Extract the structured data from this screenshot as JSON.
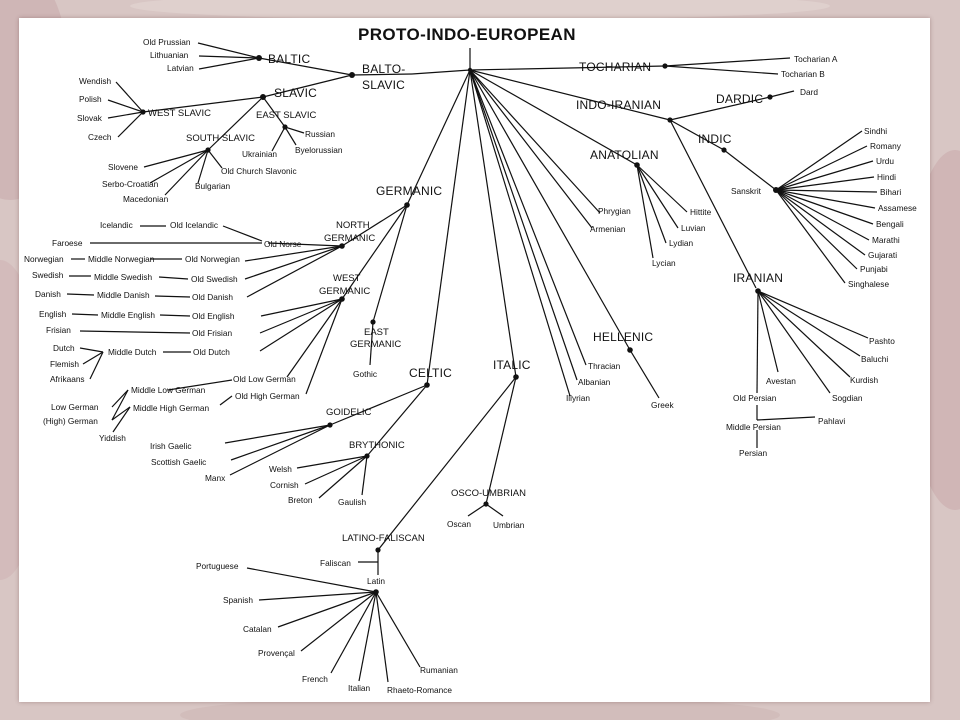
{
  "background": {
    "frame_color": "#d9c7c5",
    "paper_color": "#ffffff",
    "ink_color": "#111111"
  },
  "root": "PROTO-INDO-EUROPEAN",
  "branches": {
    "baltic": "BALTIC",
    "slavic": "SLAVIC",
    "balto_slavic": [
      "BALTO-",
      "SLAVIC"
    ],
    "east_slavic": "EAST SLAVIC",
    "west_slavic": "WEST SLAVIC",
    "south_slavic": "SOUTH SLAVIC",
    "tocharian": "TOCHARIAN",
    "indo_iranian": "INDO-IRANIAN",
    "dardic": "DARDIC",
    "indic": "INDIC",
    "anatolian": "ANATOLIAN",
    "germanic": "GERMANIC",
    "north_germanic": [
      "NORTH",
      "GERMANIC"
    ],
    "west_germanic": [
      "WEST",
      "GERMANIC"
    ],
    "east_germanic": [
      "EAST",
      "GERMANIC"
    ],
    "celtic": "CELTIC",
    "goidelic": "GOIDELIC",
    "brythonic": "BRYTHONIC",
    "italic": "ITALIC",
    "osco_umbrian": "OSCO-UMBRIAN",
    "latino_faliscan": "LATINO-FALISCAN",
    "hellenic": "HELLENIC",
    "iranian": "IRANIAN"
  },
  "languages": {
    "old_prussian": "Old Prussian",
    "lithuanian": "Lithuanian",
    "latvian": "Latvian",
    "wendish": "Wendish",
    "polish": "Polish",
    "slovak": "Slovak",
    "czech": "Czech",
    "russian": "Russian",
    "ukrainian": "Ukrainian",
    "byelorussian": "Byelorussian",
    "slovene": "Slovene",
    "serbo_croatian": "Serbo-Croatian",
    "macedonian": "Macedonian",
    "bulgarian": "Bulgarian",
    "old_church_slavonic": "Old Church Slavonic",
    "tocharian_a": "Tocharian A",
    "tocharian_b": "Tocharian B",
    "dard": "Dard",
    "sanskrit": "Sanskrit",
    "sindhi": "Sindhi",
    "romany": "Romany",
    "urdu": "Urdu",
    "hindi": "Hindi",
    "bihari": "Bihari",
    "assamese": "Assamese",
    "bengali": "Bengali",
    "marathi": "Marathi",
    "gujarati": "Gujarati",
    "punjabi": "Punjabi",
    "singhalese": "Singhalese",
    "hittite": "Hittite",
    "luvian": "Luvian",
    "lydian": "Lydian",
    "lycian": "Lycian",
    "phrygian": "Phrygian",
    "armenian": "Armenian",
    "icelandic": "Icelandic",
    "old_icelandic": "Old Icelandic",
    "faroese": "Faroese",
    "old_norse": "Old Norse",
    "norwegian": "Norwegian",
    "middle_norwegian": "Middle Norwegian",
    "old_norwegian": "Old Norwegian",
    "swedish": "Swedish",
    "middle_swedish": "Middle Swedish",
    "old_swedish": "Old Swedish",
    "danish": "Danish",
    "middle_danish": "Middle Danish",
    "old_danish": "Old Danish",
    "english": "English",
    "middle_english": "Middle English",
    "old_english": "Old English",
    "frisian": "Frisian",
    "old_frisian": "Old Frisian",
    "dutch": "Dutch",
    "middle_dutch": "Middle Dutch",
    "old_dutch": "Old Dutch",
    "flemish": "Flemish",
    "afrikaans": "Afrikaans",
    "old_low_german": "Old Low German",
    "middle_low_german": "Middle Low German",
    "low_german": "Low German",
    "old_high_german": "Old High German",
    "middle_high_german": "Middle High German",
    "high_german": "(High) German",
    "yiddish": "Yiddish",
    "gothic": "Gothic",
    "irish_gaelic": "Irish Gaelic",
    "scottish_gaelic": "Scottish Gaelic",
    "manx": "Manx",
    "welsh": "Welsh",
    "cornish": "Cornish",
    "breton": "Breton",
    "gaulish": "Gaulish",
    "oscan": "Oscan",
    "umbrian": "Umbrian",
    "faliscan": "Faliscan",
    "latin": "Latin",
    "portuguese": "Portuguese",
    "spanish": "Spanish",
    "catalan": "Catalan",
    "provencal": "Provençal",
    "french": "French",
    "italian": "Italian",
    "rhaeto_romance": "Rhaeto-Romance",
    "rumanian": "Rumanian",
    "thracian": "Thracian",
    "albanian": "Albanian",
    "illyrian": "Illyrian",
    "greek": "Greek",
    "pashto": "Pashto",
    "baluchi": "Baluchi",
    "avestan": "Avestan",
    "kurdish": "Kurdish",
    "sogdian": "Sogdian",
    "old_persian": "Old Persian",
    "pahlavi": "Pahlavi",
    "middle_persian": "Middle Persian",
    "persian": "Persian"
  }
}
